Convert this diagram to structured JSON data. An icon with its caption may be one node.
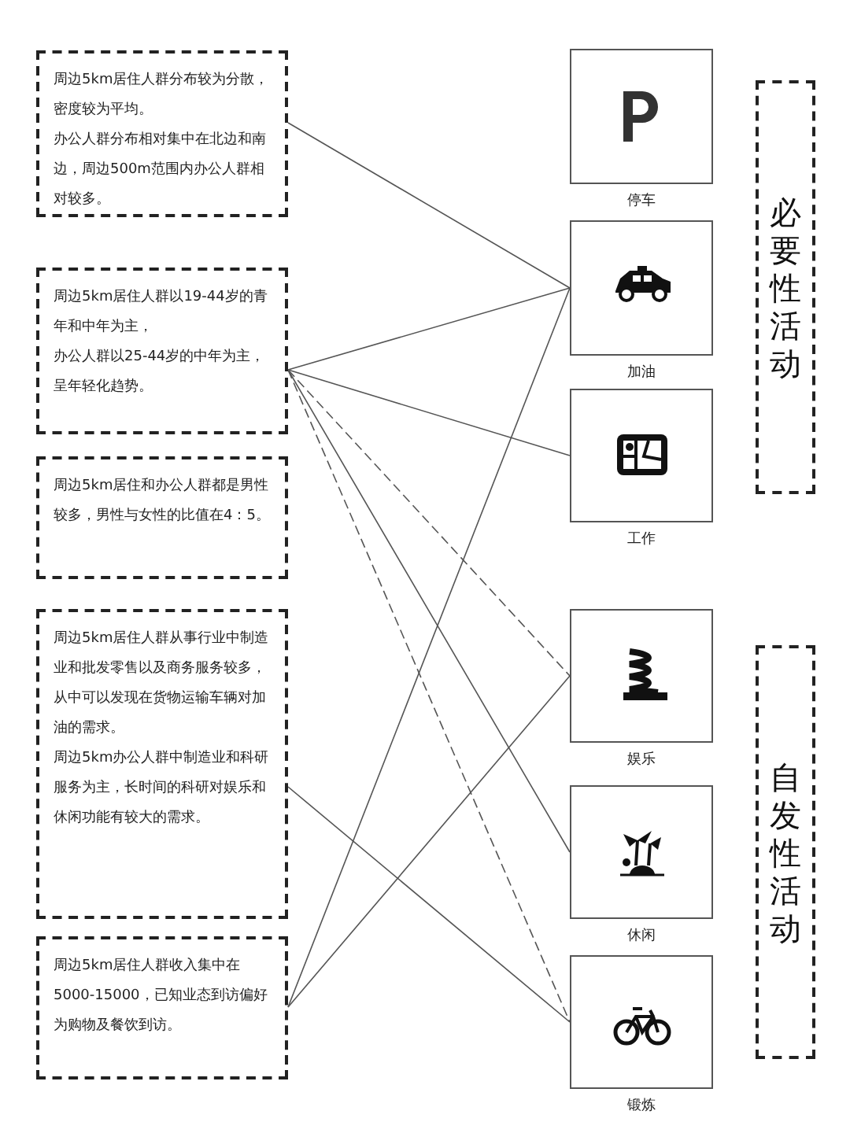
{
  "diagram": {
    "nodes": [
      {
        "text": [
          "周边5km居住人群分布较为分散，密度较为平均。",
          "办公人群分布相对集中在北边和南边，周边500m范围内办公人群相对较多。"
        ]
      },
      {
        "text": [
          "周边5km居住人群以19-44岁的青年和中年为主，",
          "办公人群以25-44岁的中年为主，呈年轻化趋势。"
        ]
      },
      {
        "text": [
          "周边5km居住和办公人群都是男性较多，男性与女性的比值在4：5。"
        ]
      },
      {
        "text": [
          "周边5km居住人群从事行业中制造业和批发零售以及商务服务较多，从中可以发现在货物运输车辆对加油的需求。",
          "周边5km办公人群中制造业和科研服务为主，长时间的科研对娱乐和休闲功能有较大的需求。"
        ]
      },
      {
        "text": [
          "周边5km居住人群收入集中在5000-15000，已知业态到访偏好为购物及餐饮到访。"
        ]
      },
      {
        "text": [
          "停车"
        ]
      },
      {
        "text": [
          "加油"
        ]
      },
      {
        "text": [
          "工作"
        ]
      },
      {
        "text": [
          "娱乐"
        ]
      },
      {
        "text": [
          "休闲"
        ]
      },
      {
        "text": [
          "锻炼"
        ]
      },
      {
        "text": [
          "必要性活动"
        ]
      },
      {
        "text": [
          "自发性活动"
        ]
      }
    ],
    "edges": [
      {
        "from": 0,
        "to": 6,
        "arrow": "none"
      },
      {
        "from": 1,
        "to": 6,
        "arrow": "none"
      },
      {
        "from": 1,
        "to": 7,
        "arrow": "none"
      },
      {
        "from": 1,
        "to": 8,
        "arrow": "none",
        "style": "dashed"
      },
      {
        "from": 1,
        "to": 9,
        "arrow": "none"
      },
      {
        "from": 1,
        "to": 10,
        "arrow": "none",
        "style": "dashed"
      },
      {
        "from": 3,
        "to": 10,
        "arrow": "none"
      },
      {
        "from": 4,
        "to": 6,
        "arrow": "none"
      },
      {
        "from": 4,
        "to": 8,
        "arrow": "none"
      }
    ]
  }
}
